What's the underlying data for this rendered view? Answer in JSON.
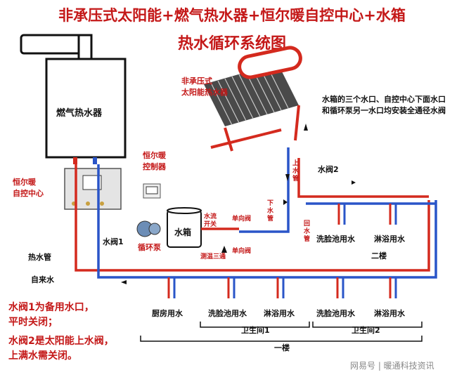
{
  "title_line1": "非承压式太阳能+燃气热水器+恒尔暖自控中心+水箱",
  "title_line2": "热水循环系统图",
  "labels": {
    "gas_heater": "燃气热水器",
    "solar": "非承压式\n太阳能热水器",
    "controller": "恒尔暖\n控制器",
    "control_center": "恒尔暖\n自控中心",
    "tank": "水箱",
    "pump": "循环泵",
    "valve1": "水阀1",
    "valve2": "水阀2",
    "flow_switch": "水流\n开关",
    "check_valve_a": "单向阀",
    "check_valve_b": "单向阀",
    "thermo_valve": "测温三通",
    "down_pipe": "下\n水\n管",
    "up_pipe": "上\n水\n管",
    "return_pipe": "回\n水\n管",
    "hot_pipe": "热水管",
    "cold_pipe": "自来水",
    "top_note": "水箱的三个水口、自控中心下面水口\n和循环泵另一水口均安装全通径水阀",
    "upstairs_wash": "洗脸池用水",
    "upstairs_shower": "淋浴用水",
    "floor2": "二楼",
    "kitchen": "厨房用水",
    "wash1": "洗脸池用水",
    "shower1": "淋浴用水",
    "wash2": "洗脸池用水",
    "shower2": "淋浴用水",
    "bathroom1": "卫生间1",
    "bathroom2": "卫生间2",
    "floor1": "一楼",
    "note1": "水阀1为备用水口，\n平时关闭；",
    "note2": "水阀2是太阳能上水阀，\n上满水需关闭。",
    "watermark": "网易号 | 暖通科技资讯"
  },
  "colors": {
    "hot": "#d42a1e",
    "cold": "#2a55c8",
    "title": "#c41818",
    "accent": "#c41818"
  }
}
